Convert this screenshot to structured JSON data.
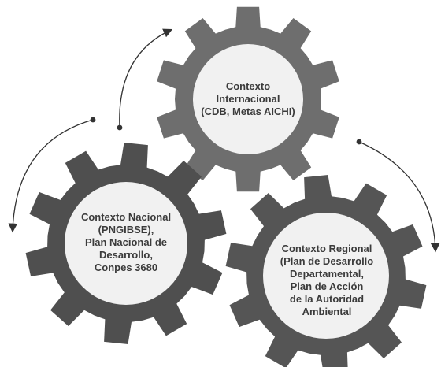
{
  "gears": [
    {
      "id": "internacional",
      "label": "Contexto\nInternacional\n(CDB, Metas AICHI)",
      "color": "#6e6e6e"
    },
    {
      "id": "nacional",
      "label": "Contexto Nacional\n(PNGIBSE),\nPlan Nacional de\nDesarrollo,\nConpes 3680",
      "color": "#4f4f4f"
    },
    {
      "id": "regional",
      "label": "Contexto Regional\n(Plan de Desarrollo\nDepartamental,\nPlan de Acción\nde la Autoridad\nAmbiental",
      "color": "#555555"
    }
  ],
  "colors": {
    "hub": "#f1f1f1",
    "arrow": "#333333",
    "text": "#3b3b3b"
  }
}
